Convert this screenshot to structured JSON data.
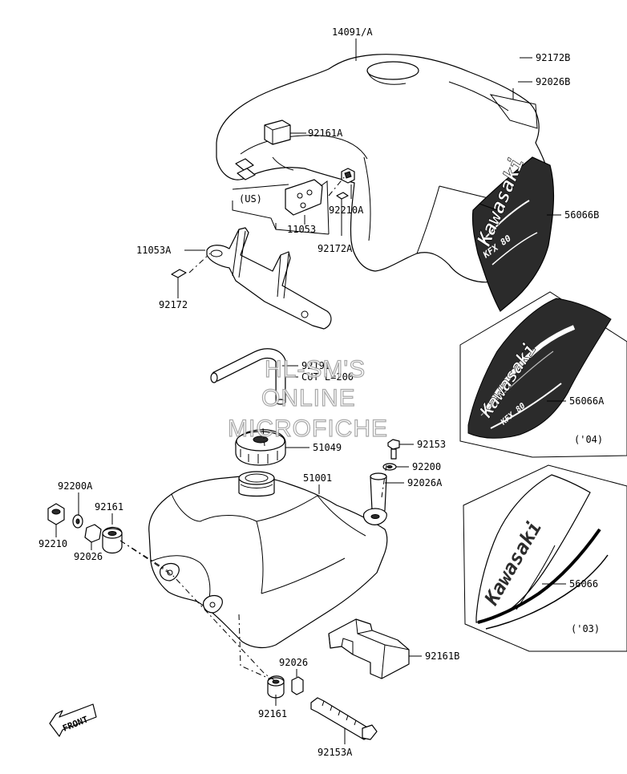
{
  "diagram": {
    "labels": {
      "cover": "14091/A",
      "bolt_top": "92172B",
      "collar_top": "92026B",
      "damper_cover": "92161A",
      "decal_main": "56066B",
      "variant_us": "(US)",
      "nut_bracket": "92210A",
      "bracket": "11053",
      "bracket_a": "11053A",
      "bolt_small": "92172A",
      "bolt_bracket": "92172",
      "hose": "92191",
      "hose_cut": "CUT L=200",
      "decal_04": "56066A",
      "year_04": "('04)",
      "cap": "51049",
      "bolt_tank": "92153",
      "washer_tank": "92200",
      "collar_tank": "92026A",
      "tank": "51001",
      "washer_a": "92200A",
      "damper_left": "92161",
      "nut_left": "92210",
      "collar_left": "92026",
      "decal_03": "56066",
      "year_03": "('03)",
      "damper_b": "92161B",
      "collar_bottom": "92026",
      "damper_bottom": "92161",
      "bolt_long": "92153A",
      "front": "FRONT"
    },
    "decal_text": {
      "brand": "Kawasaki",
      "model": "KFX 80"
    },
    "watermark": [
      "HL-SM'S",
      "ONLINE",
      "MICROFICHE"
    ]
  }
}
